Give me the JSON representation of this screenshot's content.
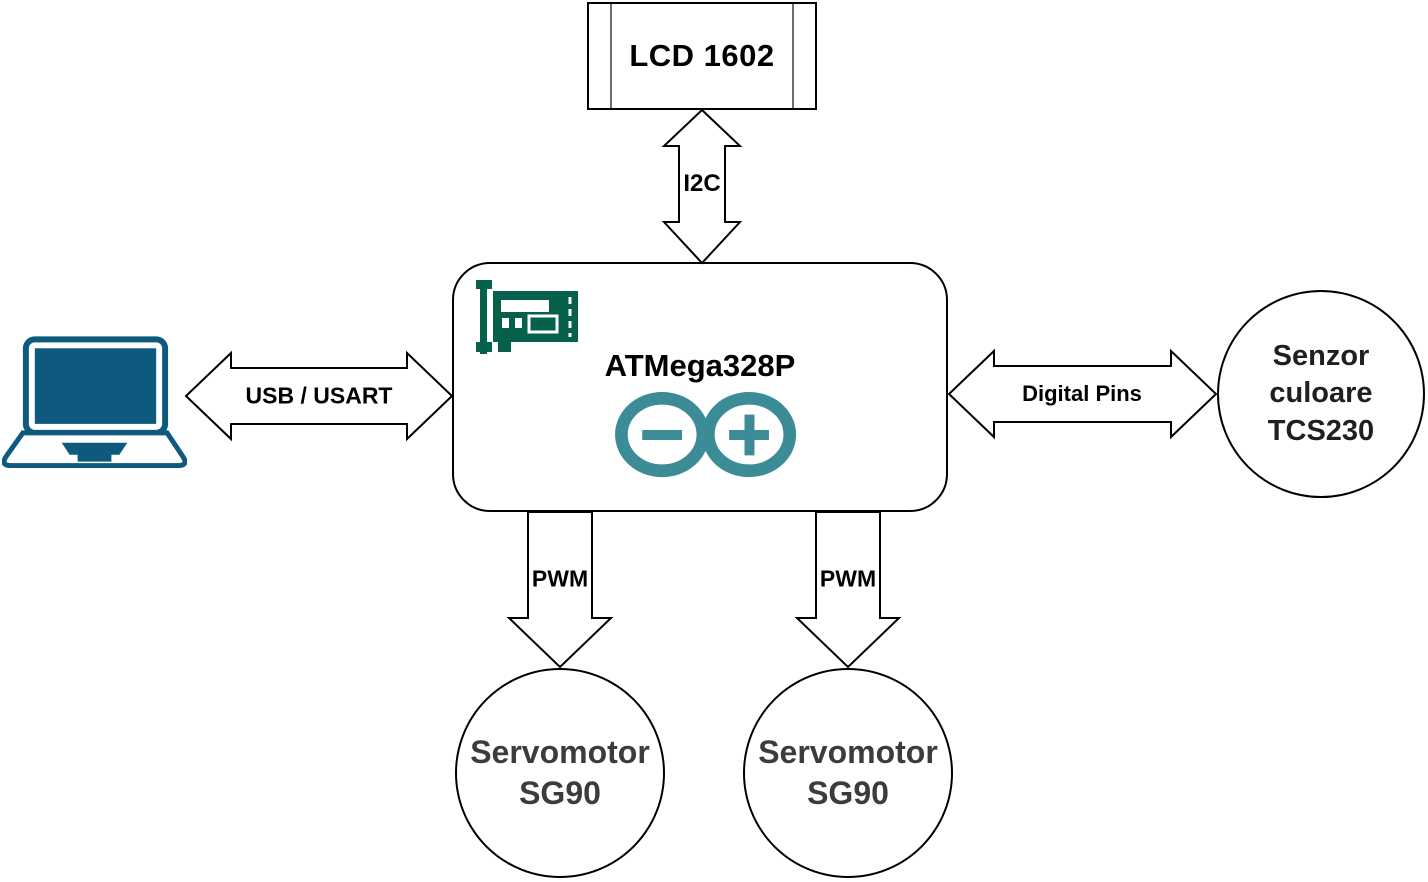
{
  "nodes": {
    "lcd": {
      "label": "LCD 1602"
    },
    "mcu": {
      "label": "ATMega328P"
    },
    "sensor": {
      "line1": "Senzor culoare",
      "line2": "TCS230"
    },
    "servo_left": {
      "line1": "Servomotor",
      "line2": "SG90"
    },
    "servo_right": {
      "line1": "Servomotor",
      "line2": "SG90"
    }
  },
  "connections": {
    "i2c": {
      "label": "I2C"
    },
    "usb_usart": {
      "label": "USB / USART"
    },
    "digital_pins": {
      "label": "Digital Pins"
    },
    "pwm_left": {
      "label": "PWM"
    },
    "pwm_right": {
      "label": "PWM"
    }
  },
  "icons": {
    "laptop": "laptop-icon",
    "network_card": "network-card-icon",
    "arduino_logo": "arduino-logo-icon"
  },
  "colors": {
    "background": "#ffffff",
    "shape_outline": "#000000",
    "laptop_blue": "#0d5a7e",
    "card_green": "#05614b",
    "arduino_teal": "#3b8c96",
    "sensor_text": "#1f1f1f",
    "servo_text": "#3c3c3c"
  }
}
